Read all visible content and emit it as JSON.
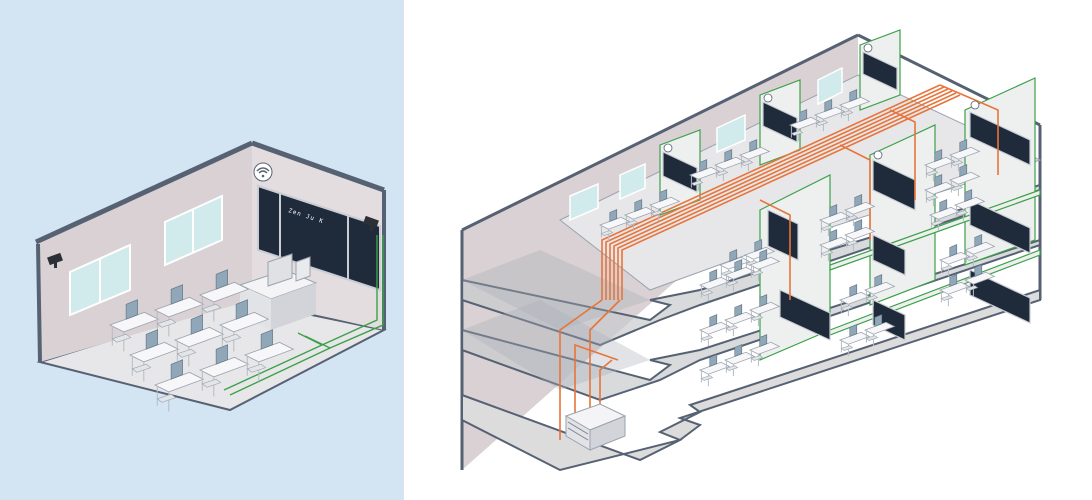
{
  "scene": {
    "left_panel": {
      "title": "single-classroom-view"
    },
    "right_panel": {
      "title": "multi-floor-building-cutaway"
    },
    "blackboard_text": "Zen Ju K",
    "icons": [
      "wifi-icon",
      "camera-icon",
      "network-switch-icon"
    ]
  },
  "colors": {
    "left_background": "#d3e4f3",
    "wall_outer": "#d9d1d3",
    "wall_inner": "#e8e4e6",
    "floor": "#dcdcdc",
    "edge": "#566273",
    "window": "#cfe8ea",
    "blackboard": "#1f2a3a",
    "green_cable": "#3da04a",
    "orange_cable": "#e8743a"
  }
}
